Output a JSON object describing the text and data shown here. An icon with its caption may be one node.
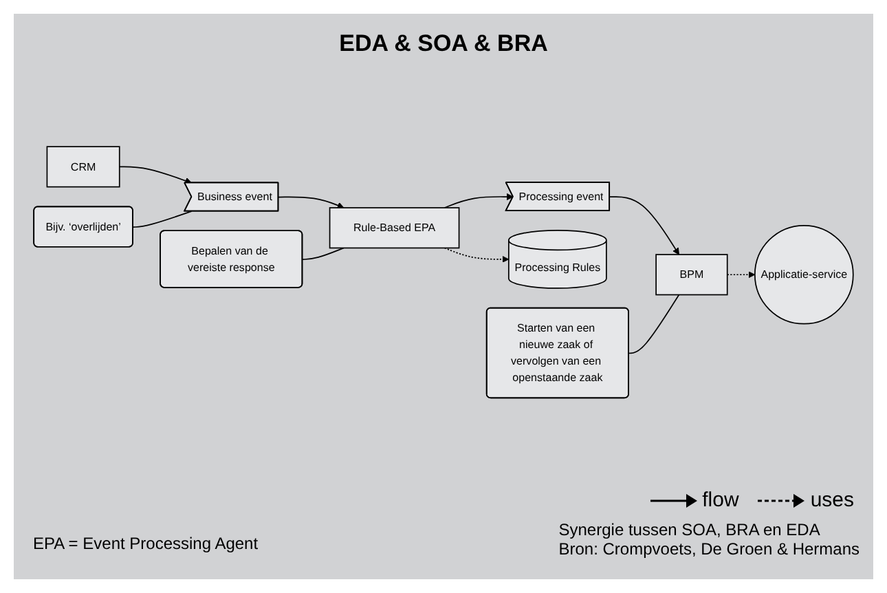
{
  "diagram": {
    "title": "EDA & SOA & BRA",
    "nodes": [
      {
        "text": [
          "CRM"
        ]
      },
      {
        "text": [
          "Business event"
        ]
      },
      {
        "text": [
          "Rule-Based EPA"
        ]
      },
      {
        "text": [
          "Processing event"
        ]
      },
      {
        "text": [
          "BPM"
        ]
      },
      {
        "text": [
          "Processing Rules"
        ]
      },
      {
        "text": [
          "Applicatie-service"
        ]
      },
      {
        "text": [
          "Bepalen van de vereiste response"
        ]
      },
      {
        "text": [
          "Bijv. ‘overlijden’"
        ]
      },
      {
        "text": [
          "Starten van een nieuwe zaak of vervolgen van een openstaande zaak"
        ]
      }
    ],
    "edges": [
      {
        "from": 0,
        "to": 1,
        "arrow": "to"
      },
      {
        "from": 1,
        "to": 2,
        "arrow": "to"
      },
      {
        "from": 2,
        "to": 3,
        "arrow": "to"
      },
      {
        "from": 3,
        "to": 4,
        "arrow": "to"
      },
      {
        "from": 2,
        "to": 5,
        "arrow": "to",
        "style": "dashed"
      },
      {
        "from": 4,
        "to": 6,
        "arrow": "to",
        "style": "dashed"
      },
      {
        "from": 7,
        "to": 2,
        "arrow": "none"
      },
      {
        "from": 8,
        "to": 1,
        "arrow": "none"
      },
      {
        "from": 9,
        "to": 4,
        "arrow": "none"
      }
    ],
    "labels": [
      "EPA = Event Processing Agent",
      "Synergie tussen SOA, BRA en EDA",
      "Bron: Crompvoets, De Groen & Hermans"
    ],
    "legend": [
      {
        "text": "flow"
      },
      {
        "text": "uses"
      }
    ]
  }
}
